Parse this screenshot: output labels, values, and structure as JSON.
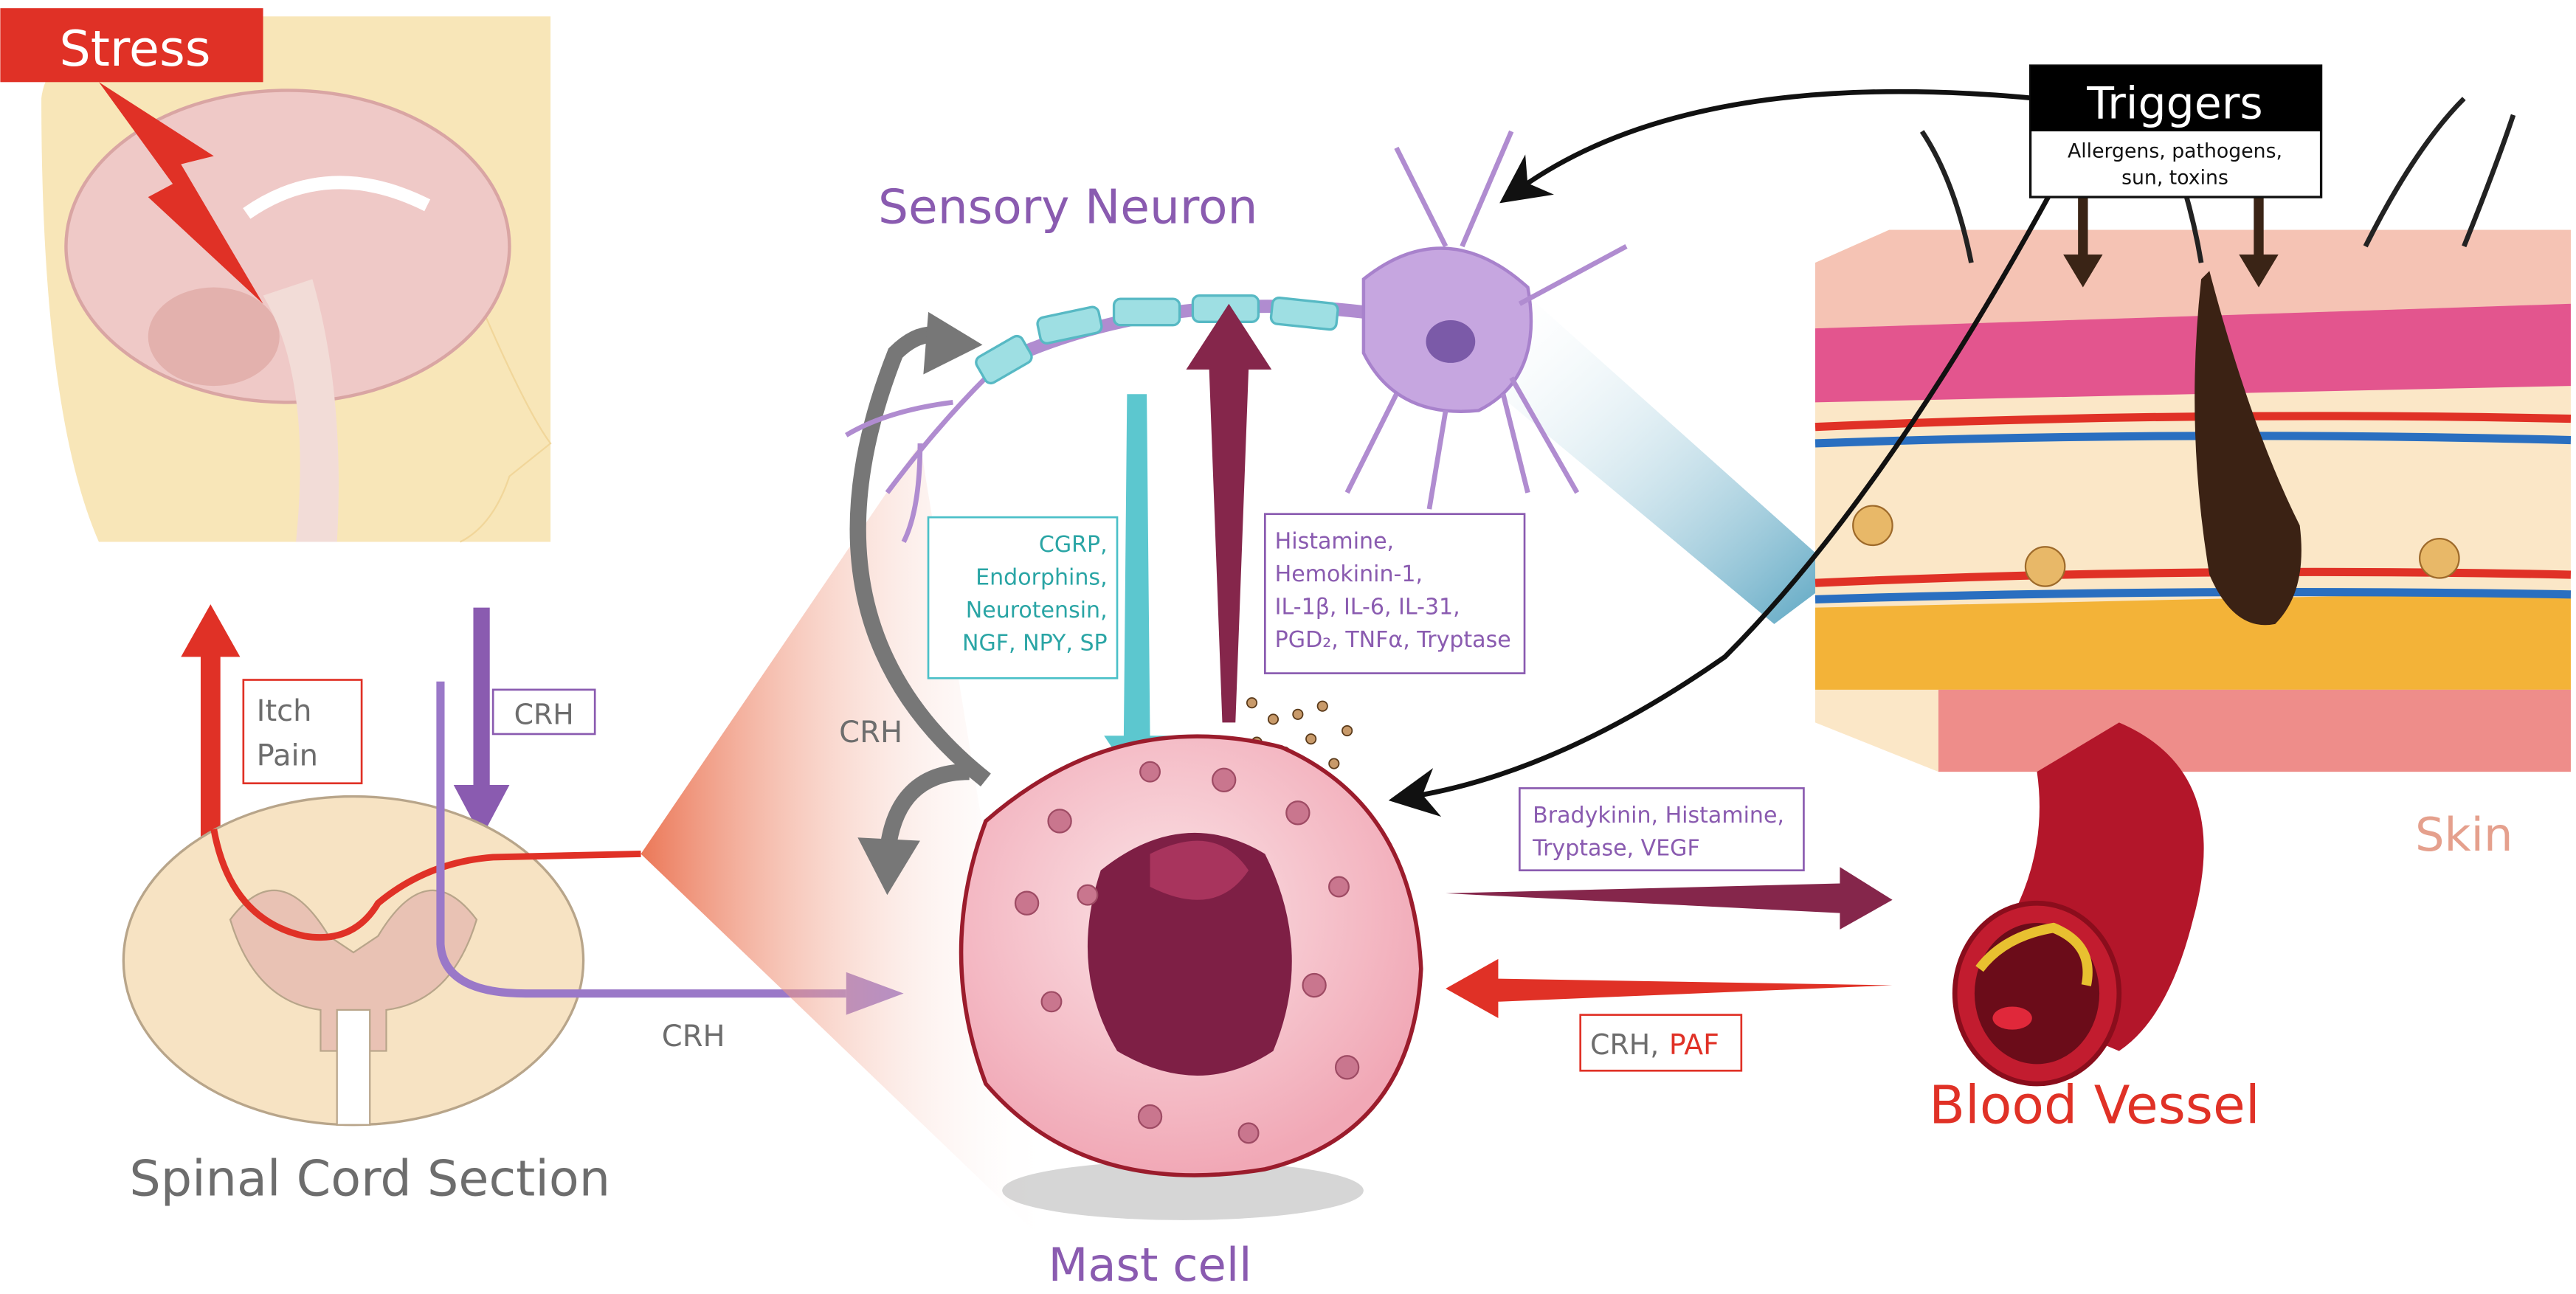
{
  "labels": {
    "stress": "Stress",
    "sensory_neuron": "Sensory Neuron",
    "mast_cell": "Mast cell",
    "spinal_cord": "Spinal Cord Section",
    "skin": "Skin",
    "blood_vessel": "Blood Vessel",
    "crh_left": "CRH",
    "crh_bottom": "CRH",
    "crh_curve": "CRH"
  },
  "boxes": {
    "itch_pain": [
      "Itch",
      "Pain"
    ],
    "crh_spinal": "CRH",
    "neuron_to_mast": [
      "CGRP,",
      "Endorphins,",
      "Neurotensin,",
      "NGF, NPY, SP"
    ],
    "mast_to_neuron": [
      "Histamine,",
      "Hemokinin-1,",
      "IL-1β, IL-6, IL-31,",
      "PGD₂, TNFα, Tryptase"
    ],
    "mast_to_vessel": [
      "Bradykinin, Histamine,",
      "Tryptase, VEGF"
    ],
    "vessel_to_mast": {
      "crh": "CRH,",
      "paf": "PAF"
    }
  },
  "triggers": {
    "title": "Triggers",
    "lines": [
      "Allergens, pathogens,",
      "sun, toxins"
    ]
  },
  "colors": {
    "red": "#e03126",
    "purple": "#8a5bb0",
    "teal": "#2aa5a5",
    "maroon": "#85264b",
    "grey": "#6d6d6d",
    "skin_label": "#e5a08d",
    "beige": "#f8e6b8"
  }
}
